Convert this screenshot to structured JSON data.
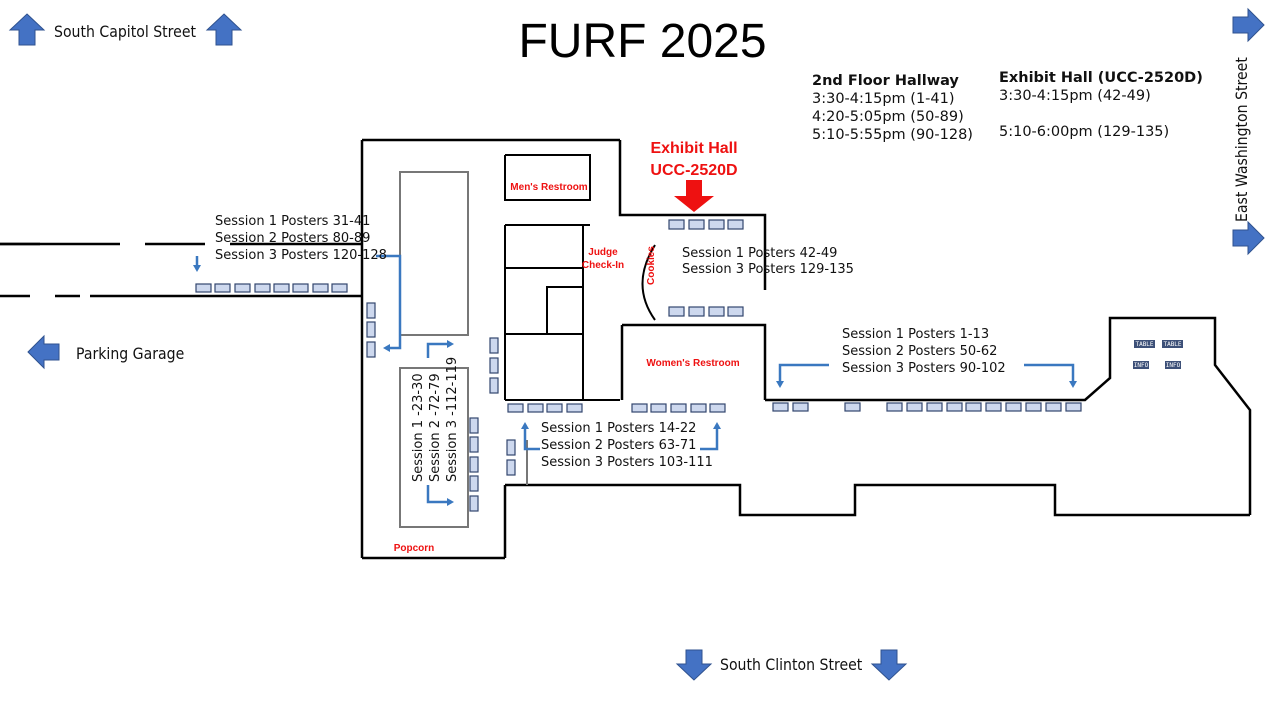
{
  "title": "FURF 2025",
  "streets": {
    "north": "South Capitol Street",
    "east": "East Washington Street",
    "west": "Parking Garage",
    "south": "South Clinton Street"
  },
  "schedule": {
    "hallway": {
      "heading": "2nd Floor Hallway",
      "times": [
        "3:30-4:15pm (1-41)",
        "4:20-5:05pm (50-89)",
        "5:10-5:55pm (90-128)"
      ]
    },
    "exhibit": {
      "heading": "Exhibit Hall (UCC-2520D)",
      "times": [
        "3:30-4:15pm (42-49)",
        "5:10-6:00pm (129-135)"
      ]
    }
  },
  "rooms": {
    "exhibit_hall": [
      "Exhibit Hall",
      "UCC-2520D"
    ],
    "mens": "Men's Restroom",
    "womens": "Women's Restroom",
    "judge": [
      "Judge",
      "Check-In"
    ],
    "cookies": "Cookies",
    "popcorn": "Popcorn",
    "table": "TABLE",
    "info": "INFO"
  },
  "poster_groups": {
    "west_hall": [
      "Session  1  Posters  31-41",
      "Session  2  Posters  80-89",
      "Session 3 Posters 120-128"
    ],
    "exhibit": [
      "Session 1 Posters 42-49",
      "Session 3 Posters 129-135"
    ],
    "east_hall": [
      "Session 1 Posters 1-13",
      "Session 2 Posters 50-62",
      "Session 3 Posters 90-102"
    ],
    "center": [
      "Session  1  Posters  14-22",
      "Session  2  Posters  63-71",
      "Session 3 Posters 103-111"
    ],
    "vertical": [
      "Session   1   -23-30",
      "Session   2   -72-79",
      "Session 3 -112-119"
    ]
  },
  "colors": {
    "arrow": "#4472c4",
    "route": "#3a78c0",
    "highlight": "#ee1111",
    "poster": "#cdd8ee"
  }
}
